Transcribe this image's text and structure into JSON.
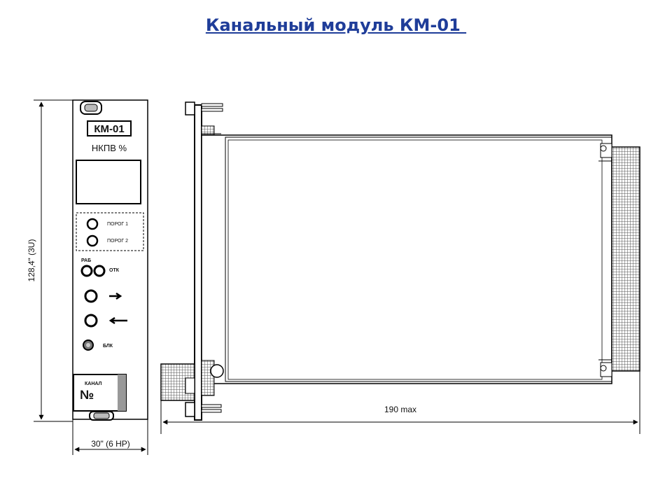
{
  "title": "Канальный модуль КМ-01 ",
  "front_panel": {
    "model": "КМ-01",
    "display_label": "НКПВ %",
    "threshold_1": "ПОРОГ 1",
    "threshold_2": "ПОРОГ 2",
    "led_rab": "РАБ",
    "led_otk": "ОТК",
    "blk": "БЛК",
    "channel_label": "КАНАЛ",
    "channel_no": "№"
  },
  "dimensions": {
    "height": "128,4\" (3U)",
    "width": "30\" (6 HP)",
    "depth": "190 max"
  }
}
